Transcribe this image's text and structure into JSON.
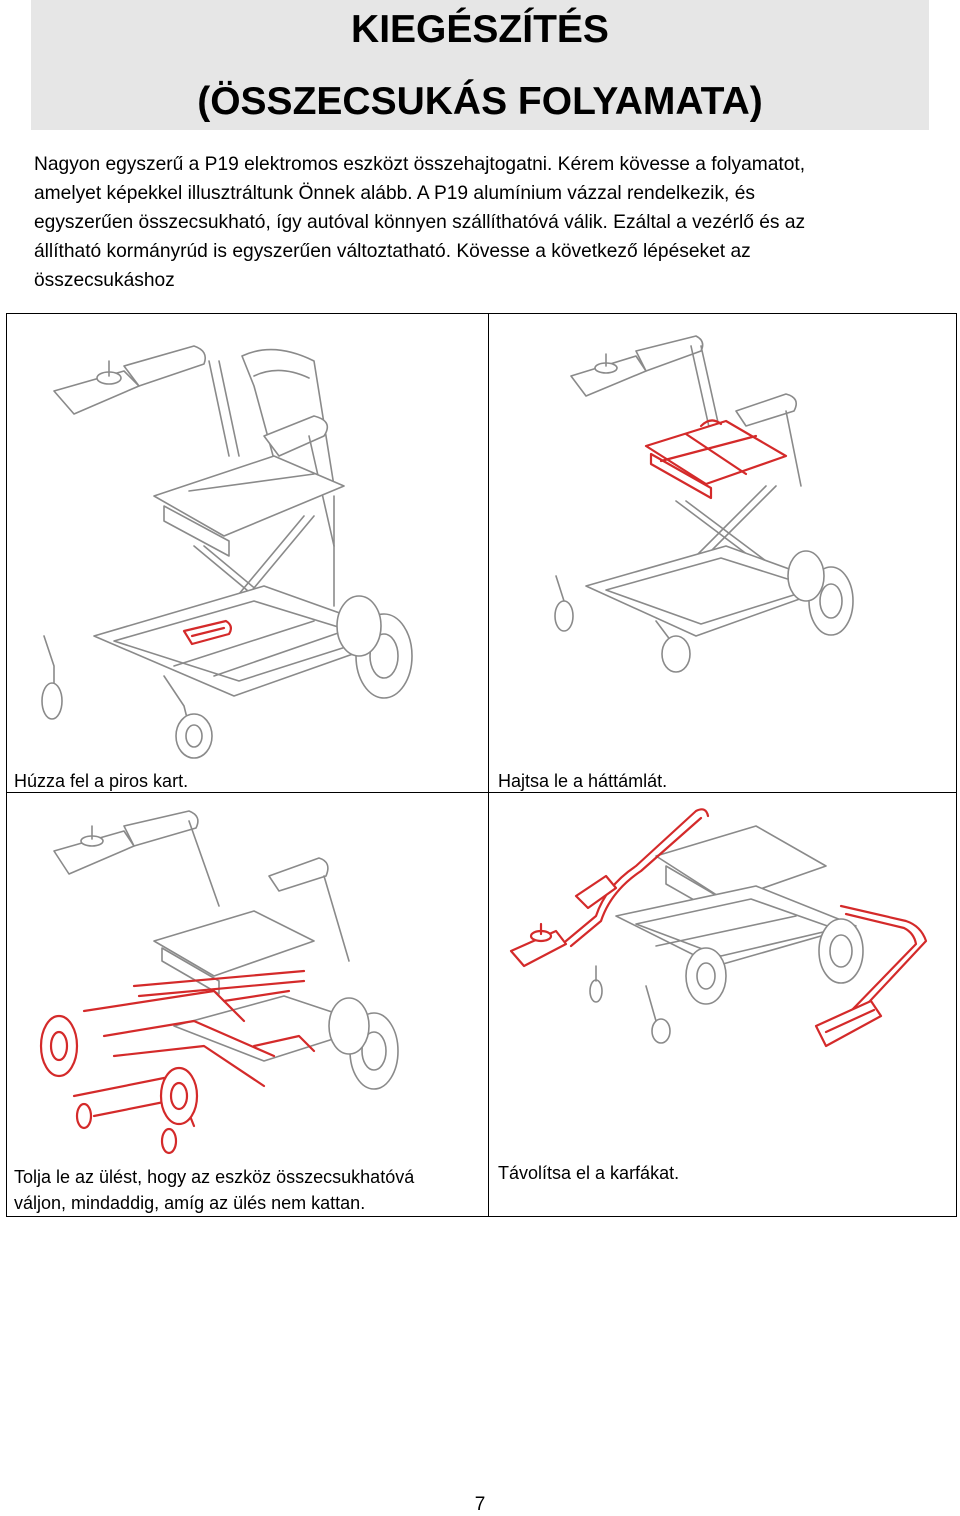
{
  "title": {
    "line1": "KIEGÉSZÍTÉS",
    "line2": "(ÖSSZECSUKÁS FOLYAMATA)"
  },
  "intro": {
    "lines": [
      "Nagyon egyszerű a P19 elektromos eszközt összehajtogatni. Kérem kövesse a folyamatot,",
      "amelyet képekkel illusztráltunk Önnek alább. A P19 alumínium vázzal rendelkezik, és",
      "egyszerűen összecsukható, így autóval könnyen szállíthatóvá válik. Ezáltal a vezérlő és az",
      "állítható kormányrúd is egyszerűen változtatható. Kövesse a következő lépéseket az",
      "összecsukáshoz"
    ]
  },
  "steps": [
    {
      "caption_lines": [
        "Húzza fel a piros kart."
      ]
    },
    {
      "caption_lines": [
        "Hajtsa le a háttámlát."
      ]
    },
    {
      "caption_lines": [
        "Tolja le az ülést, hogy az eszköz összecsukhatóvá",
        "váljon, mindaddig, amíg az ülés nem kattan."
      ]
    },
    {
      "caption_lines": [
        "Távolítsa el a karfákat."
      ]
    }
  ],
  "page_number": "7",
  "colors": {
    "highlight": "#d42a2a",
    "line_art": "#8a8a8a",
    "title_bg": "#e6e6e6"
  }
}
